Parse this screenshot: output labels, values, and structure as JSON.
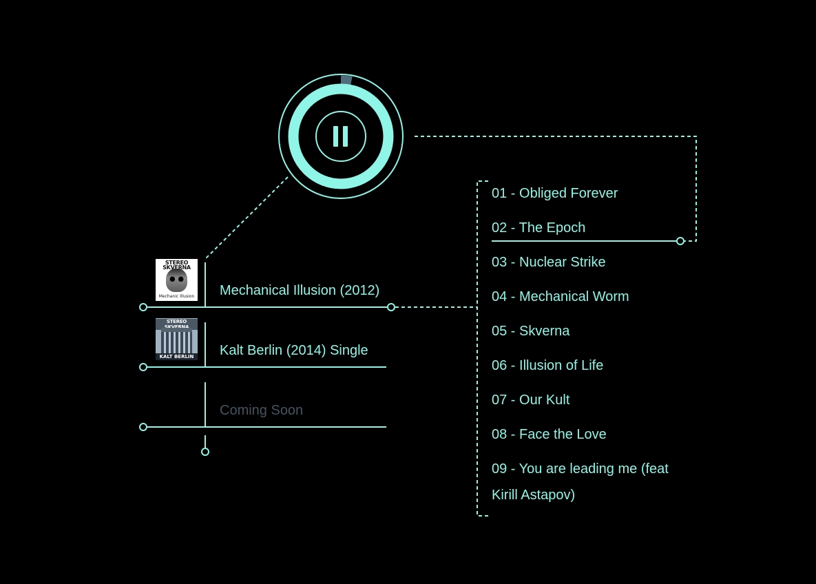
{
  "colors": {
    "accent": "#8ff5e6",
    "muted": "#46535f",
    "progress": "#4f6d7a",
    "background": "#000000"
  },
  "player": {
    "state": "playing",
    "control_icon": "pause-icon",
    "progress_fraction": 0.03
  },
  "albums": [
    {
      "title": "Mechanical Illusion (2012)",
      "cover": {
        "band_text": "STEREO SKVERNA",
        "sub_text": "Mechanic Illusion"
      }
    },
    {
      "title": "Kalt Berlin (2014) Single",
      "cover": {
        "band_text": "STEREO SKVERNA",
        "sub_text": "KALT BERLIN"
      }
    },
    {
      "title": "Coming Soon"
    }
  ],
  "tracklist": {
    "active_index": 1,
    "tracks": [
      "01 - Obliged Forever",
      "02 - The Epoch",
      "03 - Nuclear Strike",
      "04 - Mechanical Worm",
      "05 - Skverna",
      "06 - Illusion of Life",
      "07 - Our Kult",
      "08 - Face the Love",
      "09 - You are leading me (feat Kirill Astapov)"
    ]
  }
}
